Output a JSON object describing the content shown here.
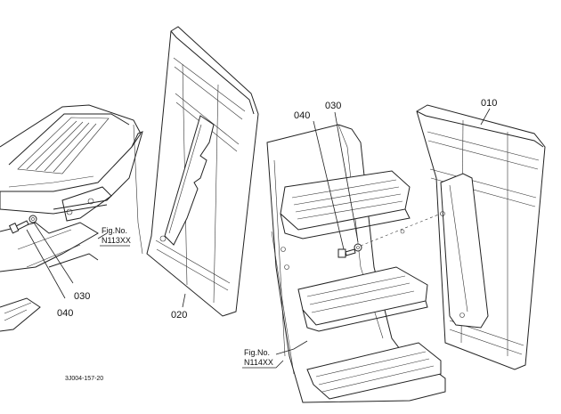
{
  "callouts": {
    "part_010": "010",
    "part_020": "020",
    "part_030_left": "030",
    "part_040_left": "040",
    "part_030_right": "030",
    "part_040_right": "040"
  },
  "figure_refs": {
    "left": {
      "label": "Fig.No.",
      "number": "N113XX"
    },
    "right": {
      "label": "Fig.No.",
      "number": "N114XX"
    }
  },
  "drawing_id": "3J004-157-20"
}
